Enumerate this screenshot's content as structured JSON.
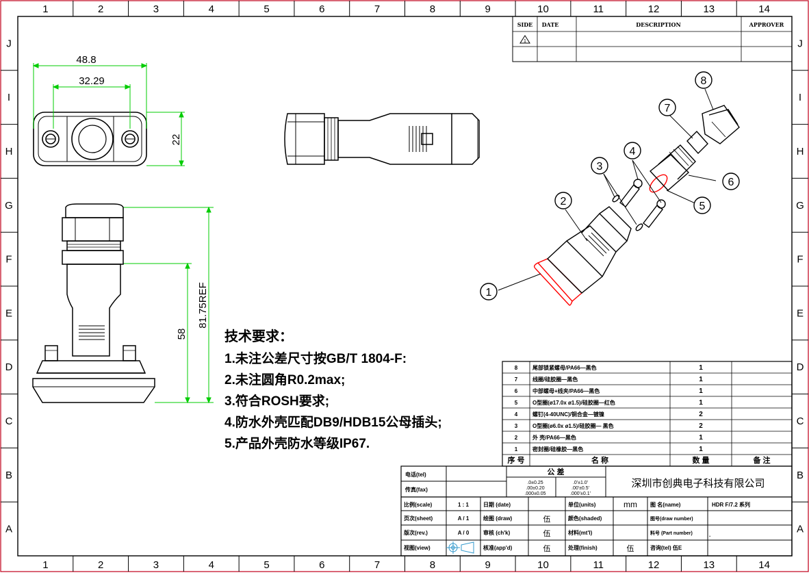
{
  "frame": {
    "col_labels": [
      "1",
      "2",
      "3",
      "4",
      "5",
      "6",
      "7",
      "8",
      "9",
      "10",
      "11",
      "12",
      "13",
      "14"
    ],
    "row_labels": [
      "J",
      "I",
      "H",
      "G",
      "F",
      "E",
      "D",
      "C",
      "B",
      "A"
    ]
  },
  "revision_table": {
    "headers": [
      "SIDE",
      "DATE",
      "DESCRIPTION",
      "APPROVER"
    ]
  },
  "dimensions": {
    "d1": "48.8",
    "d2": "32.29",
    "d3": "22",
    "d4": "58",
    "d5": "81.75REF"
  },
  "callouts": [
    "1",
    "2",
    "3",
    "4",
    "5",
    "6",
    "7",
    "8"
  ],
  "notes": {
    "title": "技术要求：",
    "items": [
      "1.未注公差尺寸按GB/T 1804-F:",
      "2.未注圆角R0.2max;",
      "3.符合ROSH要求;",
      "4.防水外壳匹配DB9/HDB15公母插头;",
      "5.产品外壳防水等级IP67."
    ]
  },
  "bom": {
    "rows": [
      {
        "no": "8",
        "name": "尾部锁紧螺母/PA66—黑色",
        "qty": "1",
        "note": ""
      },
      {
        "no": "7",
        "name": "线圈/硅胶圈—黑色",
        "qty": "1",
        "note": ""
      },
      {
        "no": "6",
        "name": "中部螺母+线夹/PA66—黑色",
        "qty": "1",
        "note": ""
      },
      {
        "no": "5",
        "name": "O型圈(ø17.0x ø1.5)/硅胶圈—红色",
        "qty": "1",
        "note": ""
      },
      {
        "no": "4",
        "name": "螺钉(4-40UNC)/铜合金—镀镍",
        "qty": "2",
        "note": ""
      },
      {
        "no": "3",
        "name": "O型圈(ø6.0x ø1.5)/硅胶圈— 黑色",
        "qty": "2",
        "note": ""
      },
      {
        "no": "2",
        "name": "外 壳/PA66—黑色",
        "qty": "1",
        "note": ""
      },
      {
        "no": "1",
        "name": "密封圈/硅橡胶—黑色",
        "qty": "1",
        "note": ""
      }
    ],
    "header": {
      "no": "序 号",
      "name": "名 称",
      "qty": "数 量",
      "note": "备 注"
    }
  },
  "title_block": {
    "tel_label": "电话(tel)",
    "fax_label": "传真(fax)",
    "tolerance_title": "公 差",
    "tol_col1": [
      ".0±0.25",
      ".00±0.20",
      ".000±0.05"
    ],
    "tol_col2": [
      ".0'±1.0'",
      ".00'±0.5'",
      ".000'±0.1'"
    ],
    "company": "深圳市创典电子科技有限公司",
    "scale_label": "比例(scale)",
    "scale_value": "1 : 1",
    "sheet_label": "页次(sheet)",
    "sheet_value": "A / 1",
    "rev_label": "版次(rev.)",
    "rev_value": "A / 0",
    "view_label": "视图(view)",
    "date_label": "日期 (date)",
    "drawn_label": "绘图 (draw)",
    "drawn_value": "伍",
    "checked_label": "审核 (ch'k)",
    "checked_value": "伍",
    "approved_label": "核准(app'd)",
    "approved_value": "伍",
    "units_label": "单位(units)",
    "units_value": "mm",
    "shaded_label": "颜色(shaded)",
    "material_label": "材料(mt'l)",
    "finish_label": "处理(finish)",
    "finish_value": "伍",
    "name_label": "图 名(name)",
    "name_value": "HDR F/7.2 系列",
    "drawnum_label": "图号(draw number)",
    "partnum_label": "料号 (Part number)",
    "partnum_value": ".",
    "inquiry_label": "咨询(tel) 伍E"
  },
  "colors": {
    "border": "#000000",
    "dimension": "#00cc00",
    "highlight": "#ff0000",
    "frame_red": "#c0001a"
  }
}
